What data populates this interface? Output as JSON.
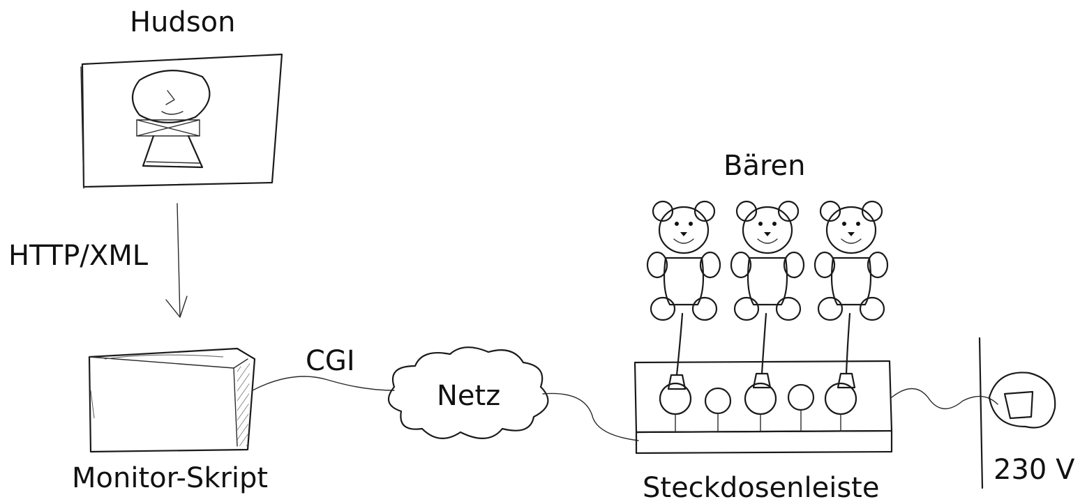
{
  "labels": {
    "hudson": "Hudson",
    "http_xml": "HTTP/XML",
    "monitor_script": "Monitor-Skript",
    "cgi": "CGI",
    "net": "Netz",
    "bears": "Bären",
    "power_strip": "Steckdosenleiste",
    "voltage": "230 V"
  },
  "colors": {
    "ink": "#1a1a1a",
    "background": "#ffffff"
  }
}
